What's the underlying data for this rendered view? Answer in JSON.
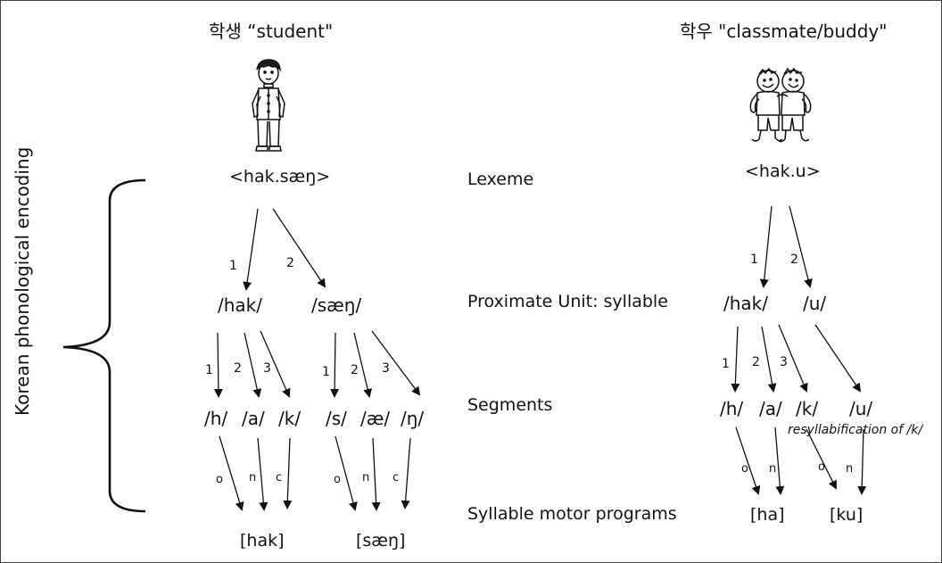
{
  "titles": {
    "student": "학생 “student\"",
    "buddy": "학우 \"classmate/buddy\""
  },
  "side_label": "Korean phonological encoding",
  "levels": {
    "lexeme": "Lexeme",
    "syllable": "Proximate Unit: syllable",
    "segments": "Segments",
    "motor": "Syllable motor programs"
  },
  "student": {
    "lexeme": "<hak.sæŋ>",
    "syl1": "/hak/",
    "syl2": "/sæŋ/",
    "segs1": [
      "/h/",
      "/a/",
      "/k/"
    ],
    "segs2": [
      "/s/",
      "/æ/",
      "/ŋ/"
    ],
    "motor1": "[hak]",
    "motor2": "[sæŋ]"
  },
  "buddy": {
    "lexeme": "<hak.u>",
    "syl1": "/hak/",
    "syl2": "/u/",
    "segs": [
      "/h/",
      "/a/",
      "/k/",
      "/u/"
    ],
    "resyll_note": "resyllabification of /k/",
    "motor1": "[ha]",
    "motor2": "[ku]"
  },
  "order": {
    "one": "1",
    "two": "2",
    "three": "3"
  },
  "positions": {
    "onset": "o",
    "nucleus": "n",
    "coda": "c"
  },
  "icons": [
    "student-figure-icon",
    "two-buddies-icon",
    "curly-brace-icon"
  ]
}
